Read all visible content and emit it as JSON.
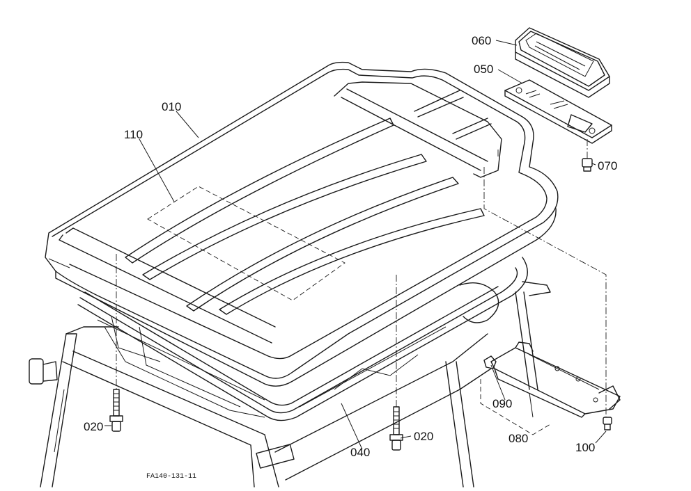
{
  "parts": [
    {
      "id": "p010",
      "label": "010"
    },
    {
      "id": "p110",
      "label": "110"
    },
    {
      "id": "p060",
      "label": "060"
    },
    {
      "id": "p050",
      "label": "050"
    },
    {
      "id": "p070",
      "label": "070"
    },
    {
      "id": "p020a",
      "label": "020"
    },
    {
      "id": "p020b",
      "label": "020"
    },
    {
      "id": "p040",
      "label": "040"
    },
    {
      "id": "p090",
      "label": "090"
    },
    {
      "id": "p080",
      "label": "080"
    },
    {
      "id": "p100",
      "label": "100"
    }
  ],
  "drawing_ref": "FA140-131-11"
}
